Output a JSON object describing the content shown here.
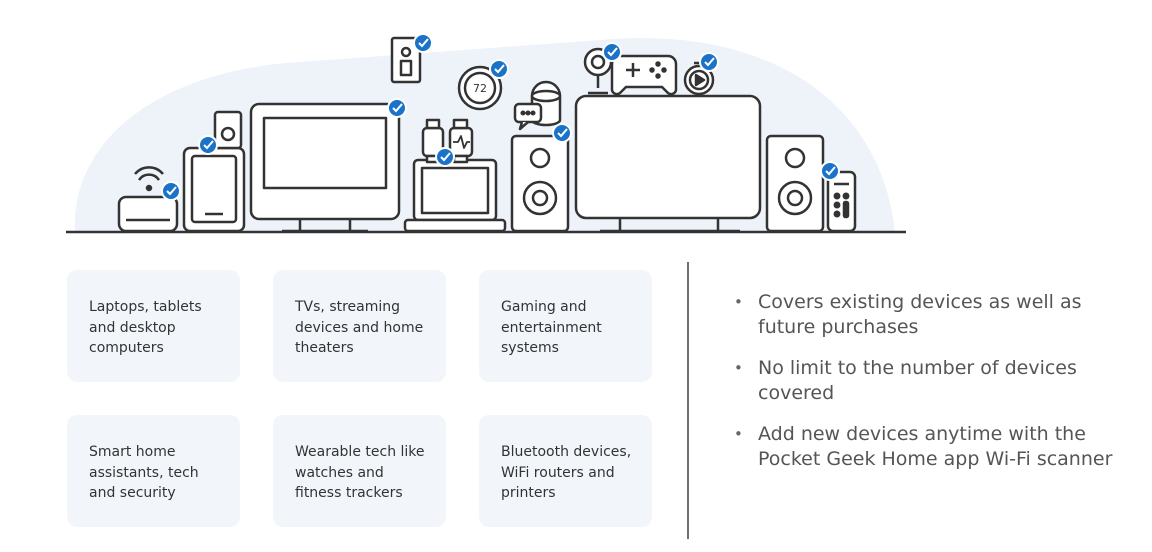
{
  "cards": [
    "Laptops, tablets and desktop computers",
    "TVs, streaming devices and home theaters",
    "Gaming and entertainment systems",
    "Smart home assistants, tech and security",
    "Wearable tech like watches and fitness trackers",
    "Bluetooth devices, WiFi routers and printers"
  ],
  "thermostat_reading": "72",
  "bullets": [
    "Covers existing devices as well as future purchases",
    "No limit to the number of devices covered",
    "Add new devices anytime with the Pocket Geek Home app Wi-Fi scanner"
  ],
  "colors": {
    "check_badge": "#1a73c8",
    "outline": "#333333",
    "background_blob": "#f2f6fb",
    "card_bg": "#f2f6fb"
  }
}
